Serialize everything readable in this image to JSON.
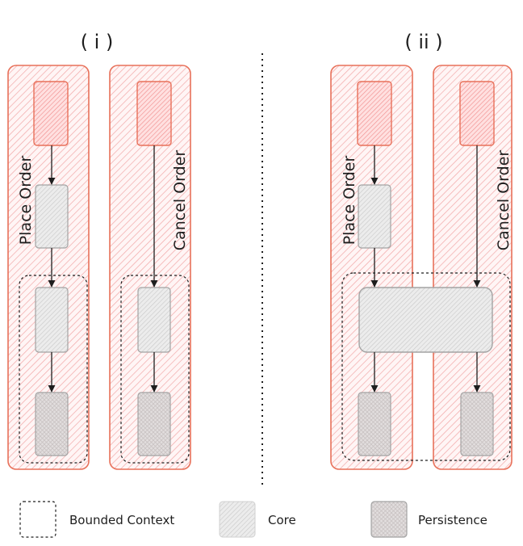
{
  "panels": {
    "left_label": "( i )",
    "right_label": "( ii )"
  },
  "slices": {
    "place_order": "Place Order",
    "cancel_order": "Cancel Order"
  },
  "legend": {
    "bounded_context": "Bounded Context",
    "core": "Core",
    "persistence": "Persistence"
  },
  "colors": {
    "slice_fill": "#ffc9c9",
    "slice_stroke": "#e8715a",
    "box_fill": "#d9d9d9",
    "box_stroke": "#9e9e9e",
    "top_box_fill": "#ffc9c9",
    "ink": "#1e1e1e"
  }
}
